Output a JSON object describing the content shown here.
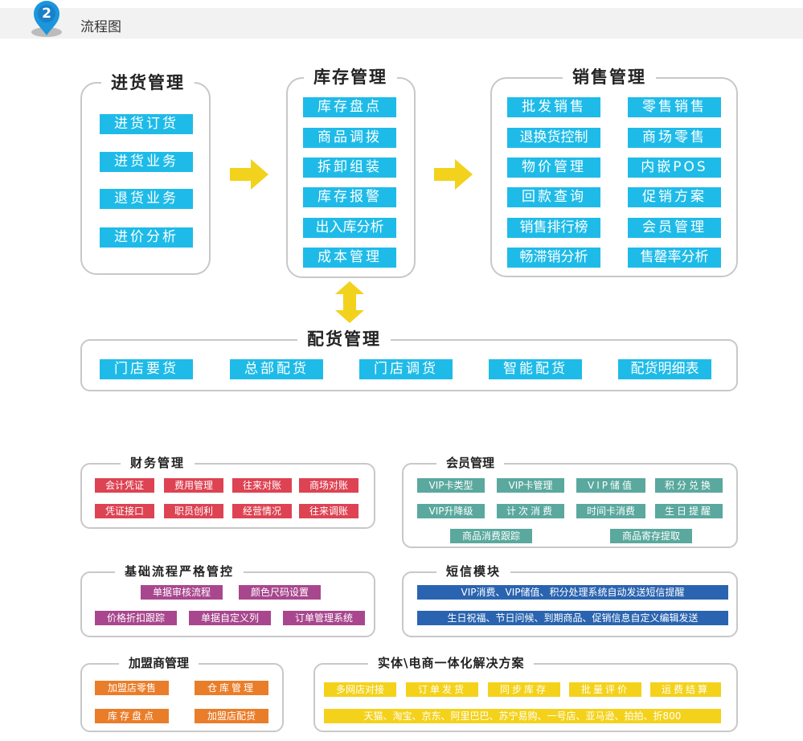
{
  "header": {
    "badge": "2",
    "title": "流程图"
  },
  "colors": {
    "chip": "#1fbbe8",
    "arrow": "#f2d21c",
    "border": "#c8c8c8",
    "finance": "#dd4353",
    "member": "#5aa89e",
    "basic": "#a8478e",
    "sms": "#2a64b0",
    "franchise": "#ea7d29",
    "ecommerce": "#f4d21b"
  },
  "groups": {
    "purchase": {
      "title": "进货管理",
      "items": [
        "进货订货",
        "进货业务",
        "退货业务",
        "进价分析"
      ]
    },
    "inventory": {
      "title": "库存管理",
      "items": [
        "库存盘点",
        "商品调拨",
        "拆卸组装",
        "库存报警",
        "出入库分析",
        "成本管理"
      ]
    },
    "sales": {
      "title": "销售管理",
      "items": [
        "批发销售",
        "零售销售",
        "退换货控制",
        "商场零售",
        "物价管理",
        "内嵌POS",
        "回款查询",
        "促销方案",
        "销售排行榜",
        "会员管理",
        "畅滞销分析",
        "售罄率分析"
      ]
    },
    "distribution": {
      "title": "配货管理",
      "items": [
        "门店要货",
        "总部配货",
        "门店调货",
        "智能配货",
        "配货明细表"
      ]
    },
    "finance": {
      "title": "财务管理",
      "items": [
        "会计凭证",
        "费用管理",
        "往来对账",
        "商场对账",
        "凭证接口",
        "职员创利",
        "经营情况",
        "往来调账"
      ]
    },
    "member": {
      "title": "会员管理",
      "items": [
        "VIP卡类型",
        "VIP卡管理",
        "VIP储值",
        "积分兑换",
        "VIP升降级",
        "计次消费",
        "时间卡消费",
        "生日提醒",
        "商品消费跟踪",
        "商品寄存提取"
      ]
    },
    "basic": {
      "title": "基础流程严格管控",
      "items": [
        "单据审核流程",
        "颜色尺码设置",
        "价格折扣跟踪",
        "单据自定义列",
        "订单管理系统"
      ]
    },
    "sms": {
      "title": "短信模块",
      "items": [
        "VIP消费、VIP储值、积分处理系统自动发送短信提醒",
        "生日祝福、节日问候、到期商品、促销信息自定义编辑发送"
      ]
    },
    "franchise": {
      "title": "加盟商管理",
      "items": [
        "加盟店零售",
        "仓库管理",
        "库存盘点",
        "加盟店配货"
      ]
    },
    "ecommerce": {
      "title": "实体\\电商一体化解决方案",
      "items": [
        "多网店对接",
        "订单发货",
        "同步库存",
        "批量评价",
        "运费结算",
        "天猫、淘宝、京东、阿里巴巴、苏宁易购、一号店、亚马逊、拍拍、折800"
      ]
    }
  }
}
